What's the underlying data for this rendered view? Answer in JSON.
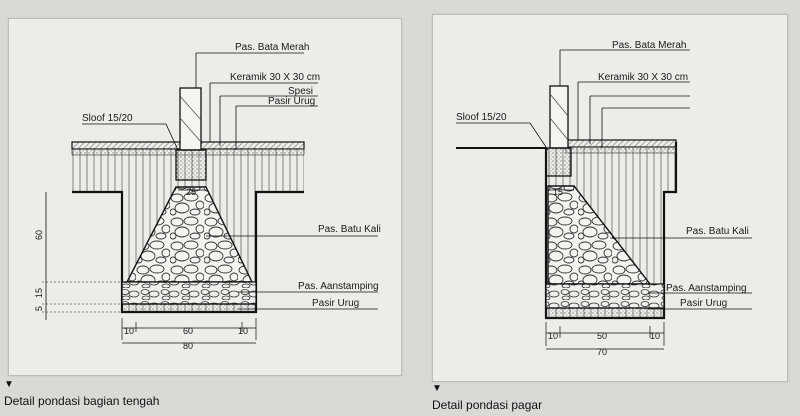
{
  "left_detail": {
    "caption": "Detail pondasi bagian tengah",
    "label_bata": "Pas. Bata Merah",
    "label_keramik": "Keramik 30 X 30 cm",
    "label_spesi": "Spesi",
    "label_pasir_urug_top": "Pasir Urug",
    "label_sloof": "Sloof 15/20",
    "label_batu_kali": "Pas. Batu Kali",
    "label_aanstamping": "Pas. Aanstamping",
    "label_pasir_urug_bottom": "Pasir Urug",
    "dim_top_width": "25",
    "dim_height": "60",
    "dim_aanstamping": "15",
    "dim_sand": "5",
    "dim_side_left": "10",
    "dim_base": "60",
    "dim_side_right": "10",
    "dim_total": "80"
  },
  "right_detail": {
    "caption": "Detail pondasi pagar",
    "label_bata": "Pas. Bata Merah",
    "label_keramik": "Keramik 30 X 30 cm",
    "label_sloof": "Sloof 15/20",
    "label_batu_kali": "Pas. Batu Kali",
    "label_aanstamping": "Pas. Aanstamping",
    "label_pasir_urug_bottom": "Pasir Urug",
    "dim_top_width": "15",
    "dim_side_left": "10",
    "dim_base": "50",
    "dim_side_right": "10",
    "dim_total": "70"
  },
  "marker_icon": "triangle-down-icon"
}
